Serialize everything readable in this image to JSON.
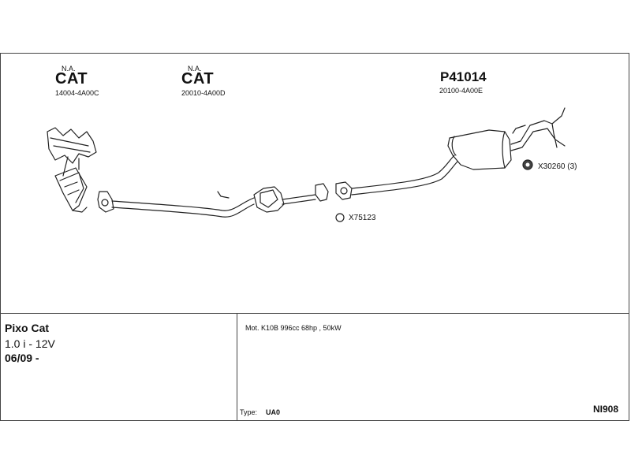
{
  "parts": {
    "cat1": {
      "na": "N.A.",
      "label": "CAT",
      "oem": "14004-4A00C"
    },
    "cat2": {
      "na": "N.A.",
      "label": "CAT",
      "oem": "20010-4A00D"
    },
    "rear": {
      "label": "P41014",
      "oem": "20100-4A00E"
    }
  },
  "refs": {
    "x30260": "X30260 (3)",
    "x75123": "X75123"
  },
  "vehicle": {
    "model": "Pixo Cat",
    "engine": "1.0 i - 12V",
    "date": "06/09 -"
  },
  "details": {
    "motor": "Mot. K10B 996cc 68hp , 50kW",
    "type_label": "Type:",
    "type_value": "UA0",
    "code": "NI908"
  }
}
